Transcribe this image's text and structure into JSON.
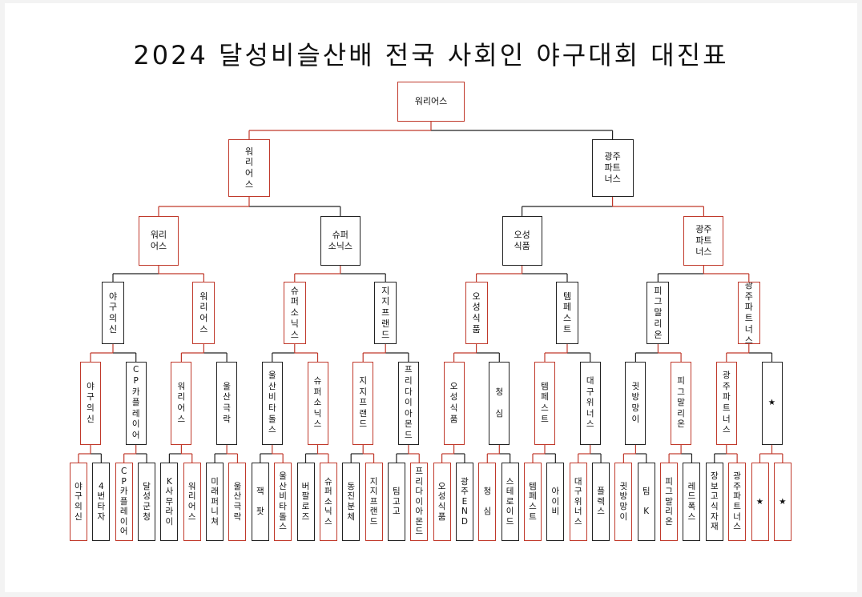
{
  "title": "2024 달성비슬산배 전국 사회인 야구대회 대진표",
  "colors": {
    "winner": "#c0392b",
    "normal": "#222222"
  },
  "rounds": {
    "r32": [
      {
        "name": "야구의신",
        "win": true
      },
      {
        "name": "4번타자",
        "win": false
      },
      {
        "name": "CP카플레이어",
        "win": true
      },
      {
        "name": "달성군청",
        "win": false
      },
      {
        "name": "K사무라이",
        "win": false
      },
      {
        "name": "워리어스",
        "win": true
      },
      {
        "name": "미래퍼니쳐",
        "win": false
      },
      {
        "name": "울산극락",
        "win": true
      },
      {
        "name": "잭 팟",
        "win": false
      },
      {
        "name": "울산비타돌스",
        "win": true
      },
      {
        "name": "버팔로즈",
        "win": false
      },
      {
        "name": "슈퍼소닉스",
        "win": true
      },
      {
        "name": "동진분체",
        "win": false
      },
      {
        "name": "지지프랜드",
        "win": true
      },
      {
        "name": "팀고고",
        "win": false
      },
      {
        "name": "프리다이아몬드",
        "win": true
      },
      {
        "name": "오성식품",
        "win": true
      },
      {
        "name": "광주END",
        "win": false
      },
      {
        "name": "청 심",
        "win": true
      },
      {
        "name": "스테로이드",
        "win": false
      },
      {
        "name": "템페스트",
        "win": true
      },
      {
        "name": "아이비",
        "win": false
      },
      {
        "name": "대구위너스",
        "win": true
      },
      {
        "name": "플렉스",
        "win": false
      },
      {
        "name": "귓방망이",
        "win": true
      },
      {
        "name": "팀 K",
        "win": false
      },
      {
        "name": "피그말리온",
        "win": true
      },
      {
        "name": "레드폭스",
        "win": false
      },
      {
        "name": "장보고식자재",
        "win": false
      },
      {
        "name": "광주파트너스",
        "win": true
      },
      {
        "name": "★",
        "win": true
      },
      {
        "name": "★",
        "win": true
      }
    ],
    "r16": [
      {
        "name": "야구의신",
        "win": true
      },
      {
        "name": "CP카플레이어",
        "win": false
      },
      {
        "name": "워리어스",
        "win": true
      },
      {
        "name": "울산극락",
        "win": false
      },
      {
        "name": "울산비타돌스",
        "win": false
      },
      {
        "name": "슈퍼소닉스",
        "win": true
      },
      {
        "name": "지지프랜드",
        "win": true
      },
      {
        "name": "프리다이아몬드",
        "win": false
      },
      {
        "name": "오성식품",
        "win": true
      },
      {
        "name": "청 심",
        "win": false
      },
      {
        "name": "템페스트",
        "win": true
      },
      {
        "name": "대구위너스",
        "win": false
      },
      {
        "name": "귓방망이",
        "win": false
      },
      {
        "name": "피그말리온",
        "win": true
      },
      {
        "name": "광주파트너스",
        "win": true
      },
      {
        "name": "★",
        "win": false
      }
    ],
    "qf": [
      {
        "name": "야구의신",
        "win": false
      },
      {
        "name": "워리어스",
        "win": true
      },
      {
        "name": "슈퍼소닉스",
        "win": true
      },
      {
        "name": "지지프랜드",
        "win": false
      },
      {
        "name": "오성식품",
        "win": true
      },
      {
        "name": "템페스트",
        "win": false
      },
      {
        "name": "피그말리온",
        "win": false
      },
      {
        "name": "광주파트너스",
        "win": true
      }
    ],
    "sf": [
      {
        "name": "워리\n어스",
        "win": true
      },
      {
        "name": "슈퍼\n소닉스",
        "win": false
      },
      {
        "name": "오성\n식품",
        "win": false
      },
      {
        "name": "광주\n파트\n너스",
        "win": true
      }
    ],
    "final": [
      {
        "name": "워\n리\n어\n스",
        "win": true
      },
      {
        "name": "광주\n파트\n너스",
        "win": false
      }
    ],
    "champion": {
      "name": "워리어스",
      "win": true
    }
  }
}
